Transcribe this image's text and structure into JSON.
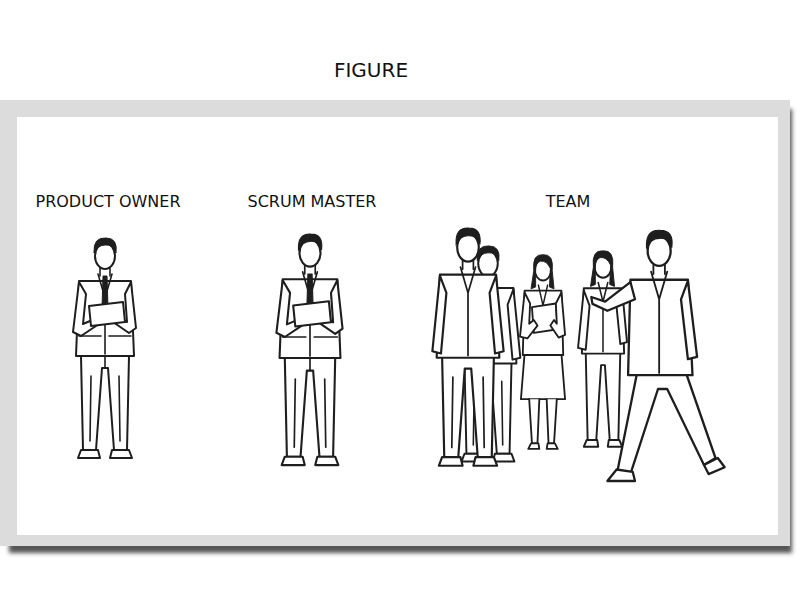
{
  "diagram": {
    "title": "FIGURE",
    "labels": [
      "PRODUCT OWNER",
      "SCRUM MASTER",
      "TEAM"
    ]
  }
}
